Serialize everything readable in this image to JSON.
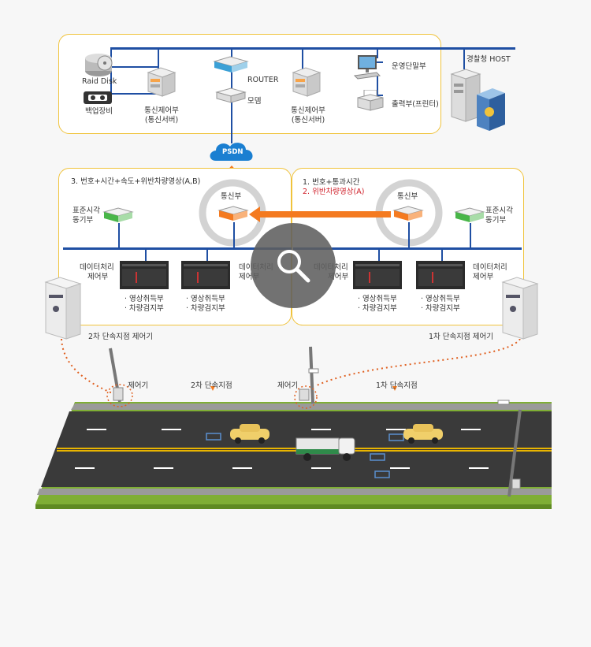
{
  "top": {
    "raid_disk": "Raid Disk",
    "backup": "백업장비",
    "comm_ctrl_left_1": "통신제어부",
    "comm_ctrl_left_2": "(통신서버)",
    "router": "ROUTER",
    "modem": "모뎀",
    "comm_ctrl_right_1": "통신제어부",
    "comm_ctrl_right_2": "(통신서버)",
    "operator_terminal": "운영단말부",
    "printer": "출력부(프린터)",
    "police_host": "경찰청 HOST"
  },
  "cloud": {
    "label": "PSDN"
  },
  "left_panel": {
    "title": "3. 번호+시간+속도+위반차량영상(A,B)",
    "comm_unit": "통신부",
    "time_sync_1": "표준시각",
    "time_sync_2": "동기부",
    "dp_left_1": "데이터처리",
    "dp_left_2": "제어부",
    "dp_right_1": "데이터처리",
    "dp_right_2": "제어부",
    "rack1_l1": "· 영상취득부",
    "rack1_l2": "· 차량검지부",
    "rack2_l1": "· 영상취득부",
    "rack2_l2": "· 차량검지부"
  },
  "right_panel": {
    "line1": "1. 번호+통과시간",
    "line2": "2. 위반차량영상(A)",
    "comm_unit": "통신부",
    "time_sync_1": "표준시각",
    "time_sync_2": "동기부",
    "dp_left_1": "데이터처리",
    "dp_left_2": "제어부",
    "dp_right_1": "데이터처리",
    "dp_right_2": "제어부",
    "rack1_l1": "· 영상취득부",
    "rack1_l2": "· 차량검지부",
    "rack2_l1": "· 영상취득부",
    "rack2_l2": "· 차량검지부"
  },
  "field": {
    "controller2_label": "2차 단속지점 제어기",
    "controller1_label": "1차 단속지점 제어기",
    "ctrl_left": "제어기",
    "point2": "2차 단속지점",
    "ctrl_mid": "제어기",
    "point1": "1차 단속지점"
  },
  "colors": {
    "accent_orange": "#f47a20",
    "bus_blue": "#1f4fa3",
    "panel_border": "#f0c33c",
    "highlight_red": "#d0202a"
  },
  "icons": {
    "zoom": "magnifier-icon"
  }
}
